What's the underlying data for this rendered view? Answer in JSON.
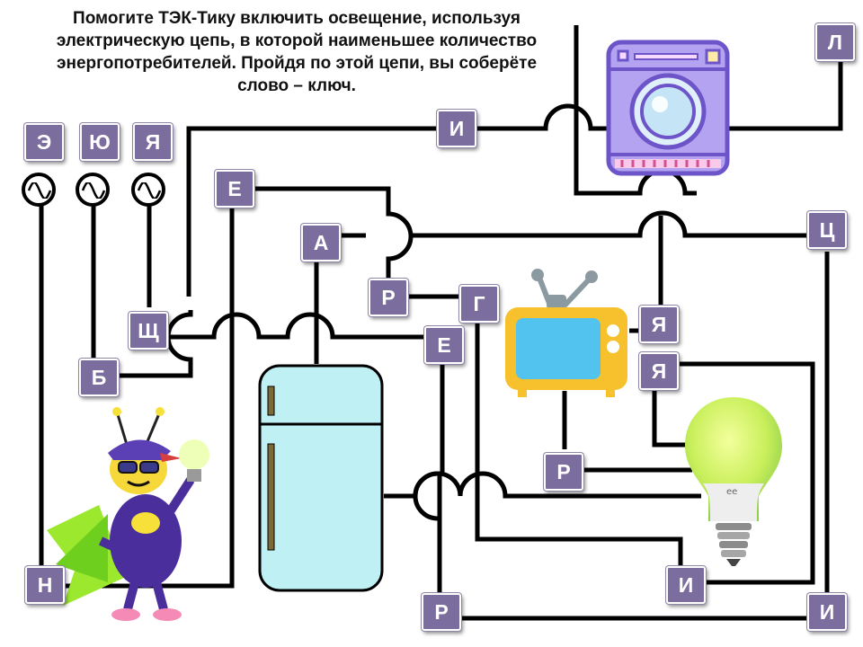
{
  "title": "Помогите ТЭК-Тику включить освещение, используя\nэлектрическую цепь, в которой наименьшее количество\nэнергопотребителей.  Пройдя по этой цепи, вы соберёте\nслово – ключ.",
  "tiles": {
    "e_reversed": "Э",
    "yu": "Ю",
    "ya_top": "Я",
    "i_top": "И",
    "l": "Л",
    "e_left": "Е",
    "a": "А",
    "ts": "Ц",
    "r_mid": "Р",
    "g": "Г",
    "sch": "Щ",
    "e_mid": "Е",
    "ya_tv": "Я",
    "ya_bulb": "Я",
    "b": "Б",
    "r_bulb": "Р",
    "n": "Н",
    "r_bottom": "Р",
    "i_bottom": "И",
    "i_corner": "И"
  },
  "colors": {
    "tile": "#7b6d9d",
    "fridge": "#bff0f3",
    "tv_body": "#f6c12c",
    "tv_screen": "#52c3ef",
    "washer": "#b3a3f0",
    "bulb": "#d8f06a"
  },
  "icons": [
    "ac-source-icon",
    "washing-machine-icon",
    "tv-icon",
    "fridge-icon",
    "light-bulb-icon",
    "mascot-bee-icon"
  ]
}
